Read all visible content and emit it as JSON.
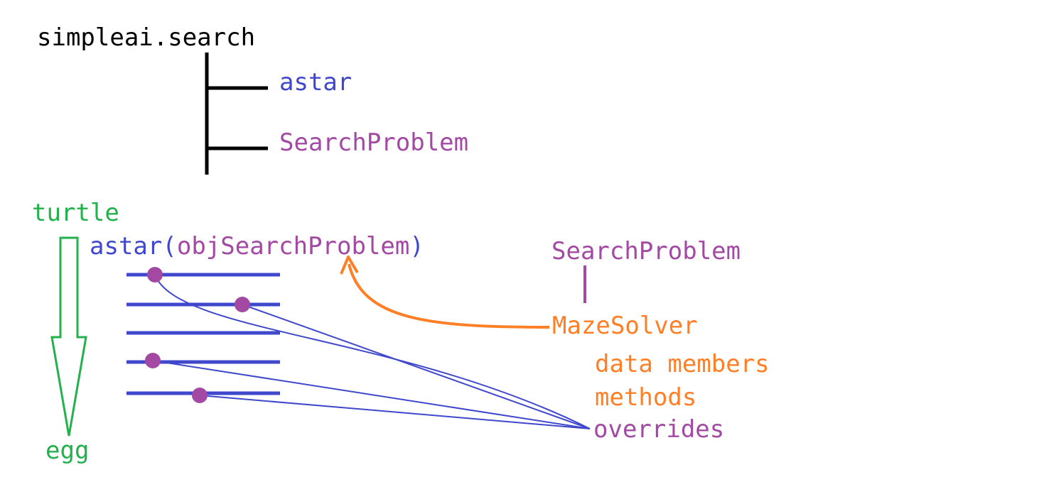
{
  "colors": {
    "black": "#000000",
    "blue": "#3f48cc",
    "purple": "#a349a4",
    "green": "#22b14c",
    "orange": "#ff7f27"
  },
  "module": "simpleai.search",
  "module_children": [
    "astar",
    "SearchProblem"
  ],
  "turtle": "turtle",
  "egg": "egg",
  "call": {
    "func": "astar",
    "open": "(",
    "arg": "objSearchProblem",
    "close": ")"
  },
  "base_class": "SearchProblem",
  "subclass": "MazeSolver",
  "subclass_parts": [
    "data members",
    "methods",
    "overrides"
  ],
  "code_lines_count": 5
}
